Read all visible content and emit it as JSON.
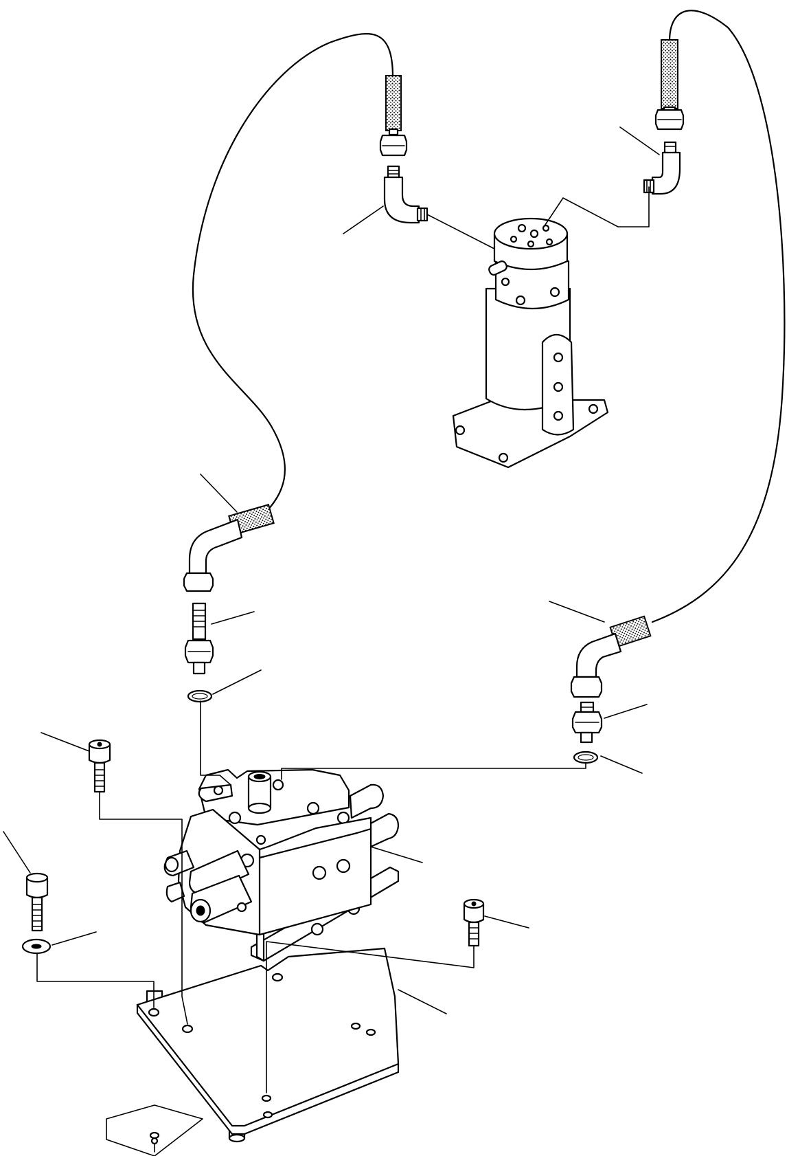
{
  "diagram": {
    "type": "exploded-parts-view",
    "colors": {
      "line": "#000000",
      "background": "#ffffff"
    },
    "components": [
      "swivel-joint",
      "control-valve-block",
      "mounting-plate",
      "mounting-bracket",
      "hose-left",
      "hose-right",
      "elbow-fitting-left-top",
      "elbow-fitting-right-top",
      "hose-elbow-end-left",
      "hose-elbow-end-right",
      "adapter-union-left",
      "adapter-union-right",
      "o-ring-left",
      "o-ring-right",
      "cap-screw-upper-left",
      "cap-screw-left",
      "cap-screw-right",
      "washer-left"
    ],
    "callout_count": 15
  }
}
